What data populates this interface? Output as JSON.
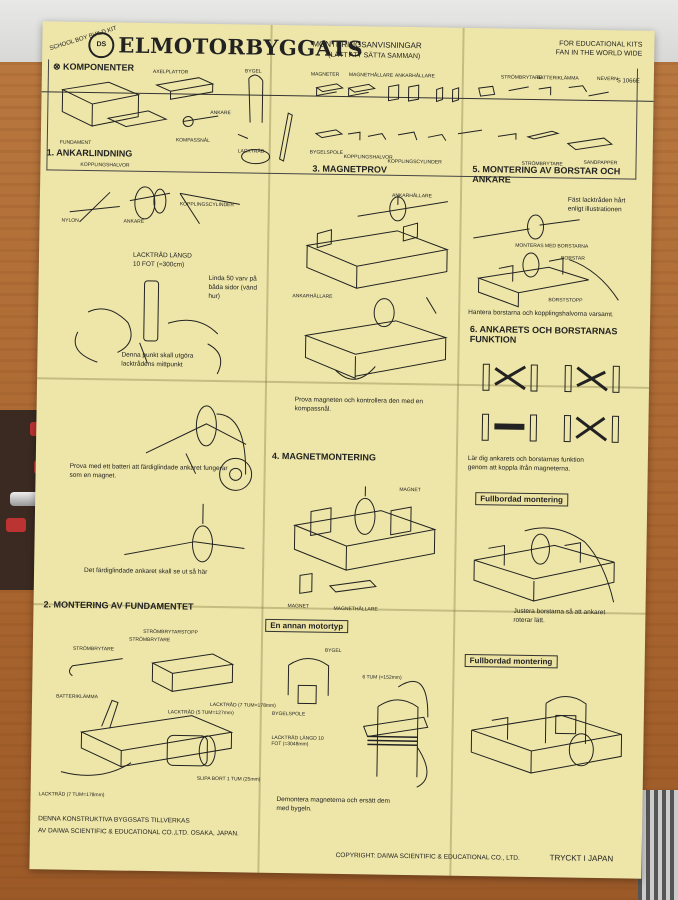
{
  "sheet": {
    "series_label": "SCHOOL BOY BUILD KIT",
    "logo_text": "DS",
    "title": "ELMOTORBYGGATS",
    "subtitle1": "MONTERINGSANVISNINGAR",
    "subtitle2": "(LÄTT ATT SÄTTA SAMMAN)",
    "edu_line1": "FOR EDUCATIONAL KITS",
    "edu_line2": "FAN IN THE WORLD WIDE",
    "code": "S 1066E"
  },
  "components": {
    "title": "⊗ KOMPONENTER",
    "labels": [
      "FUNDAMENT",
      "AXELPLATTOR",
      "ANKARE",
      "KOMPASSNÅL",
      "BYGEL",
      "LACKTRÅD",
      "MAGNETER",
      "MAGNETHÅLLARE",
      "ANKARHÅLLARE",
      "STRÖMBRYTARE",
      "BATTERIKLÄMMA",
      "NEVERN",
      "BYGELSPOLE",
      "KOPPLINGSHALVOR",
      "KOPPLINGSCYLINDER",
      "SANDPAPPER",
      "STRÖMBRYTARE"
    ]
  },
  "sections": {
    "s1": {
      "title": "1. ANKARLINDNING",
      "labels": [
        "KOPPLINGSHALVOR",
        "KOPPLINGSCYLINDER",
        "ANKARE",
        "NYLON"
      ],
      "caption_a": "LACKTRÅD LÄNGD 10 FOT (=300cm)",
      "caption_b": "Linda 50 varv på båda sidor (vänd hur)",
      "caption_c": "Denna punkt skall utgöra lacktrådens mittpunkt",
      "caption_d": "Prova med ett batteri att färdiglindade ankaret fungerar som en magnet.",
      "caption_e": "Det färdiglindade ankaret skall se ut så här"
    },
    "s2": {
      "title": "2. MONTERING AV FUNDAMENTET",
      "labels": [
        "STRÖMBRYTARSTOPP",
        "STRÖMBRYTARE",
        "STRÖMBRYTARE",
        "BATTERIKLÄMMA",
        "LACKTRÅD (5 TUM=127mm)",
        "LACKTRÅD (7 TUM=178mm)",
        "LACKTRÅD (7 TUM=178mm)",
        "SLIPA BORT 1 TUM (25mm)"
      ]
    },
    "s3": {
      "title": "3. MAGNETPROV",
      "labels": [
        "ANKARHÅLLARE",
        "ANKARHÅLLARE"
      ],
      "caption": "Prova magneten och kontrollera den med en kompassnål."
    },
    "s4": {
      "title": "4. MAGNETMONTERING",
      "labels": [
        "MAGNET",
        "MAGNET",
        "MAGNETHÅLLARE"
      ]
    },
    "s5": {
      "title": "5. MONTERING AV BORSTAR OCH ANKARE",
      "caption_a": "Fäst lacktråden hårt enligt illustrationen",
      "labels": [
        "MONTERAS MED BORSTARNA",
        "BORSTAR",
        "BORSTSTOPP"
      ],
      "caption_b": "Hantera borstarna och kopplingshalvorna varsamt."
    },
    "s6": {
      "title": "6. ANKARETS OCH BORSTARNAS FUNKTION",
      "caption": "Lär dig ankarets och borstarnas funktion genom att koppla ifrån magneterna."
    },
    "complete_a": {
      "title": "Fullbordad montering",
      "caption": "Justera borstarna så att ankaret roterar lätt."
    },
    "alt": {
      "title": "En annan motortyp",
      "labels": [
        "BYGEL",
        "6 TUM (=152mm)",
        "BYGELSPOLE",
        "LACKTRÅD LÄNGD 10 FOT (=3048mm)"
      ],
      "caption": "Demontera magneterna och ersätt dem med bygeln."
    },
    "complete_b": {
      "title": "Fullbordad montering"
    }
  },
  "footer": {
    "line1": "DENNA KONSTRUKTIVA BYGGSATS TILLVERKAS",
    "line2": "AV DAIWA SCIENTIFIC & EDUCATIONAL CO.,LTD. OSAKA, JAPAN.",
    "copyright": "COPYRIGHT: DAIWA SCIENTIFIC & EDUCATIONAL CO., LTD.",
    "printed": "TRYCKT I JAPAN"
  }
}
